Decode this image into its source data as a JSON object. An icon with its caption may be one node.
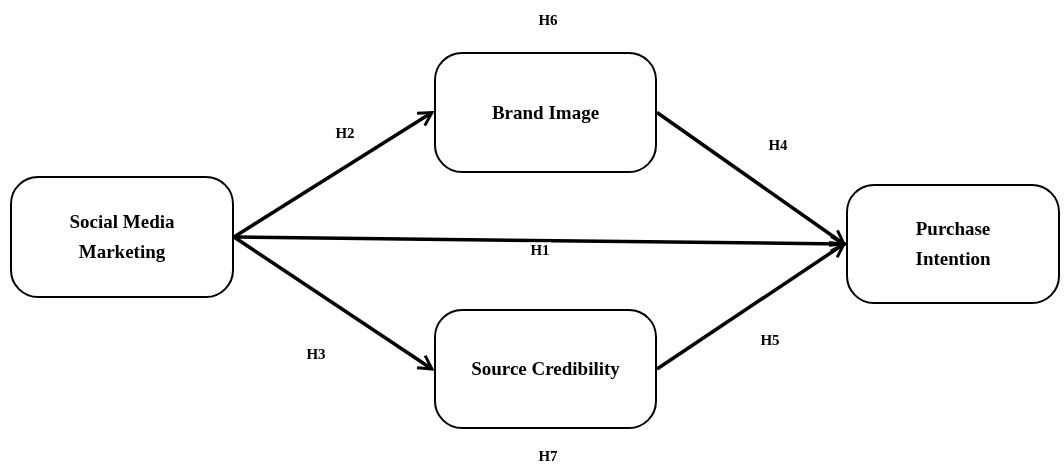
{
  "diagram": {
    "nodes": [
      {
        "text": [
          "Social Media Marketing"
        ]
      },
      {
        "text": [
          "Brand Image"
        ]
      },
      {
        "text": [
          "Purchase Intention"
        ]
      },
      {
        "text": [
          "Source Credibility"
        ]
      }
    ],
    "edges": [
      {
        "from": 0,
        "to": 1,
        "arrow": "to",
        "label": "H2"
      },
      {
        "from": 0,
        "to": 2,
        "arrow": "to",
        "label": "H1"
      },
      {
        "from": 0,
        "to": 3,
        "arrow": "to",
        "label": "H3"
      },
      {
        "from": 1,
        "to": 2,
        "arrow": "to",
        "label": "H4"
      },
      {
        "from": 3,
        "to": 2,
        "arrow": "to",
        "label": "H5"
      }
    ],
    "labels": [
      "H6",
      "H7"
    ]
  }
}
